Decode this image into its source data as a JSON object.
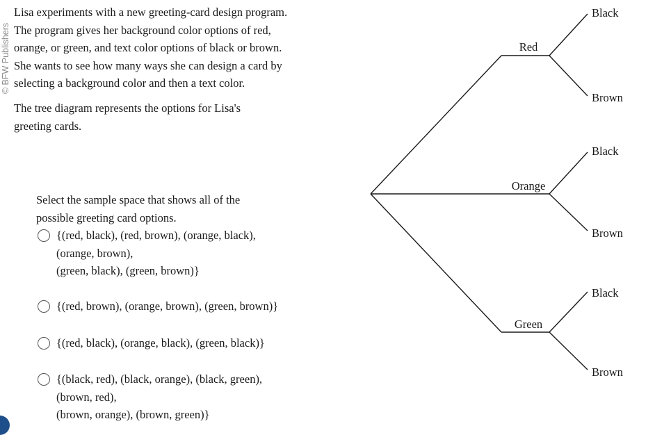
{
  "watermark": "© BFW Publishers",
  "intro": {
    "paragraph1": [
      "Lisa experiments with a new greeting-card design program.",
      "The program gives her background color options of red,",
      "orange, or green, and text color options of black or brown.",
      "She wants to see how many ways she can design a card by",
      "selecting a background color and then a text color."
    ],
    "paragraph2": [
      "The tree diagram represents the options for Lisa's",
      "greeting cards."
    ]
  },
  "question": [
    "Select the sample space that shows all of the",
    "possible greeting card options."
  ],
  "options": [
    {
      "lines": [
        "{(red, black), (red, brown), (orange, black),",
        "(orange, brown),",
        "(green, black), (green, brown)}"
      ]
    },
    {
      "lines": [
        "{(red, brown), (orange, brown), (green, brown)}"
      ]
    },
    {
      "lines": [
        "{(red, black), (orange, black), (green, black)}"
      ]
    },
    {
      "lines": [
        "{(black, red), (black, orange), (black, green),",
        "(brown, red),",
        "(brown, orange), (brown, green)}"
      ]
    }
  ],
  "tree": {
    "branches": [
      {
        "label": "Red",
        "leaves": [
          "Black",
          "Brown"
        ]
      },
      {
        "label": "Orange",
        "leaves": [
          "Black",
          "Brown"
        ]
      },
      {
        "label": "Green",
        "leaves": [
          "Black",
          "Brown"
        ]
      }
    ]
  }
}
